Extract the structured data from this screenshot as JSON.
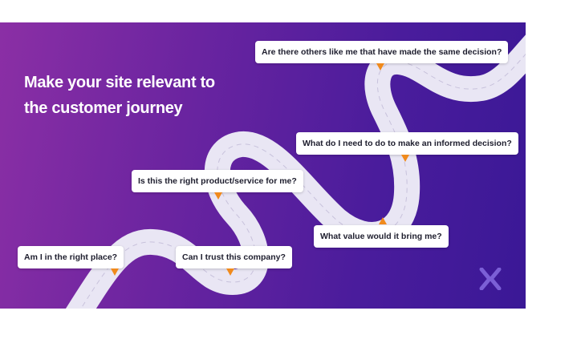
{
  "title": {
    "line1": "Make your site relevant to",
    "line2": "the customer journey"
  },
  "questions": [
    "Am I in the right place?",
    "Can I trust this company?",
    "Is this the right product/service for me?",
    "What value would it bring me?",
    "What do I need to do to make an informed decision?",
    "Are there others like me that have made the same decision?"
  ],
  "colors": {
    "gradient_start": "#8b2fa5",
    "gradient_end": "#3a1896",
    "road": "#e9e6f4",
    "marker": "#f08a1c"
  },
  "logo": {
    "icon": "x-logo-icon"
  }
}
